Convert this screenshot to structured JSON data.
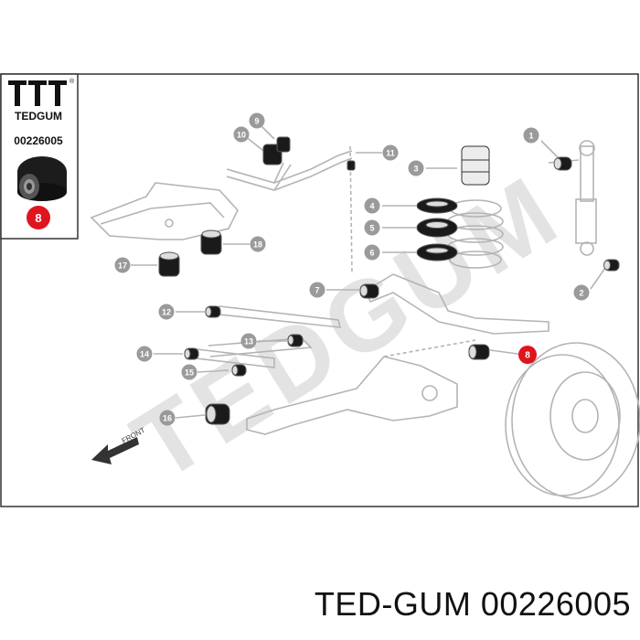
{
  "brand": {
    "logo_text": "TEDGUM",
    "registered_mark": "®",
    "part_number": "00226005",
    "highlight_badge": "8",
    "badge_color": "#e0141e"
  },
  "watermark": "TEDGUM",
  "diagram": {
    "direction_label": "FRONT",
    "callouts": [
      "1",
      "2",
      "3",
      "4",
      "5",
      "6",
      "7",
      "8",
      "9",
      "10",
      "11",
      "12",
      "13",
      "14",
      "15",
      "16",
      "17",
      "18"
    ],
    "callout_color": "#9a9a9a",
    "highlight_callout": "8"
  },
  "footer": {
    "title": "TED-GUM 00226005"
  },
  "colors": {
    "frame": "#333333",
    "line": "#b4b4b4",
    "bushing": "#1a1a1a"
  }
}
